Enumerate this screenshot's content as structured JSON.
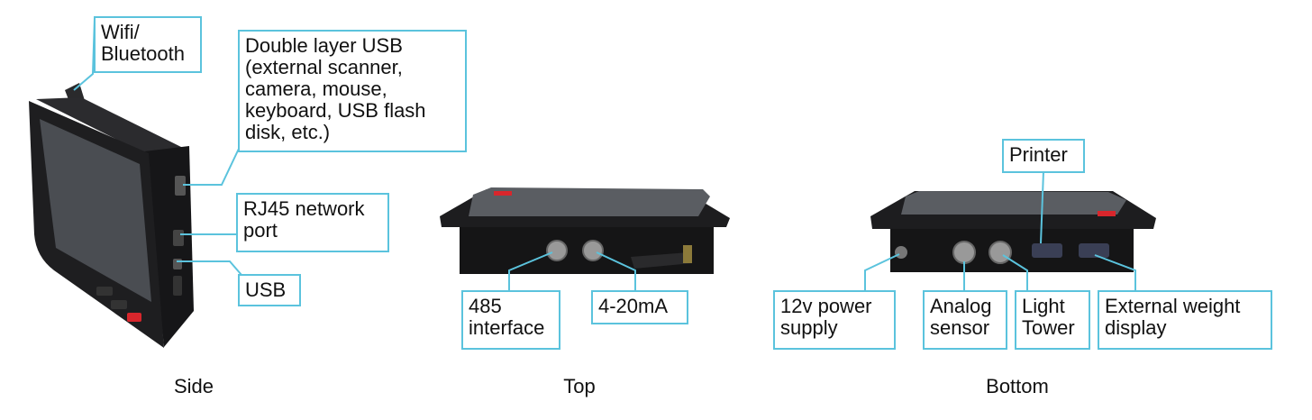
{
  "colors": {
    "callout_border": "#5bc3dd",
    "device_body": "#1c1c1e",
    "screen": "#4a4d52",
    "accent_red": "#d8262c"
  },
  "callouts": {
    "wifi": "Wifi/\nBluetooth",
    "usb_double": "Double layer USB\n(external scanner,\ncamera, mouse,\nkeyboard, USB flash\ndisk, etc.)",
    "rj45": "RJ45 network\nport",
    "usb": "USB",
    "rs485": "485\ninterface",
    "analog_current": "4-20mA",
    "printer": "Printer",
    "power": "12v power\nsupply",
    "analog_sensor": "Analog\nsensor",
    "light_tower": "Light\nTower",
    "weight_display": "External weight\ndisplay"
  },
  "captions": {
    "side": "Side",
    "top": "Top",
    "bottom": "Bottom"
  }
}
